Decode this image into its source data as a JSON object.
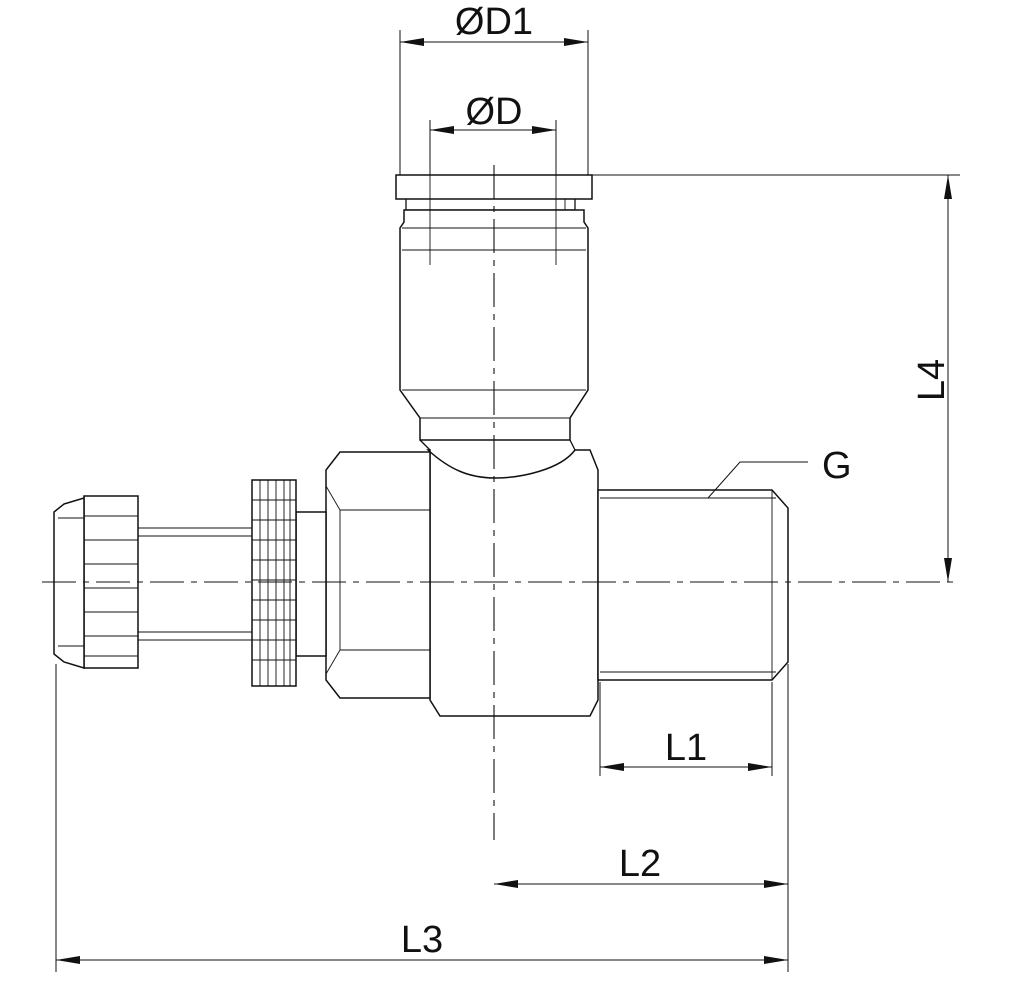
{
  "drawing": {
    "labels": {
      "d1": "ØD1",
      "d": "ØD",
      "l4": "L4",
      "g": "G",
      "l1": "L1",
      "l2": "L2",
      "l3": "L3"
    },
    "colors": {
      "line": "#111111",
      "background": "#ffffff"
    }
  }
}
